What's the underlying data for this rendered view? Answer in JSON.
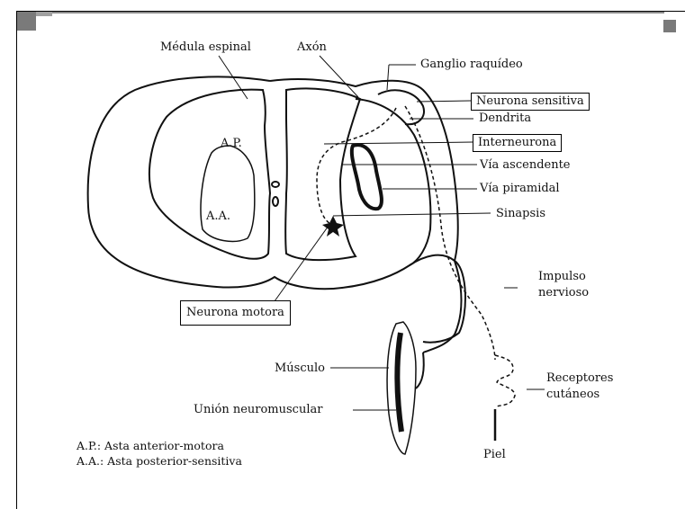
{
  "diagram": {
    "labels": {
      "medula": "Médula espinal",
      "axon": "Axón",
      "ganglio": "Ganglio raquídeo",
      "neurona_sensitiva": "Neurona sensitiva",
      "dendrita": "Dendrita",
      "interneurona": "Interneurona",
      "via_ascendente": "Vía ascendente",
      "via_piramidal": "Vía piramidal",
      "sinapsis": "Sinapsis",
      "ap": "A.P.",
      "aa": "A.A.",
      "neurona_motora": "Neurona motora",
      "impulso_1": "Impulso",
      "impulso_2": "nervioso",
      "musculo": "Músculo",
      "receptores_1": "Receptores",
      "receptores_2": "cutáneos",
      "union": "Unión neuromuscular",
      "piel": "Piel"
    },
    "legend": [
      "A.P.: Asta anterior-motora",
      "A.A.: Asta posterior-sensitiva"
    ],
    "colors": {
      "ink": "#111111",
      "accent": "#7a7a7a"
    }
  }
}
